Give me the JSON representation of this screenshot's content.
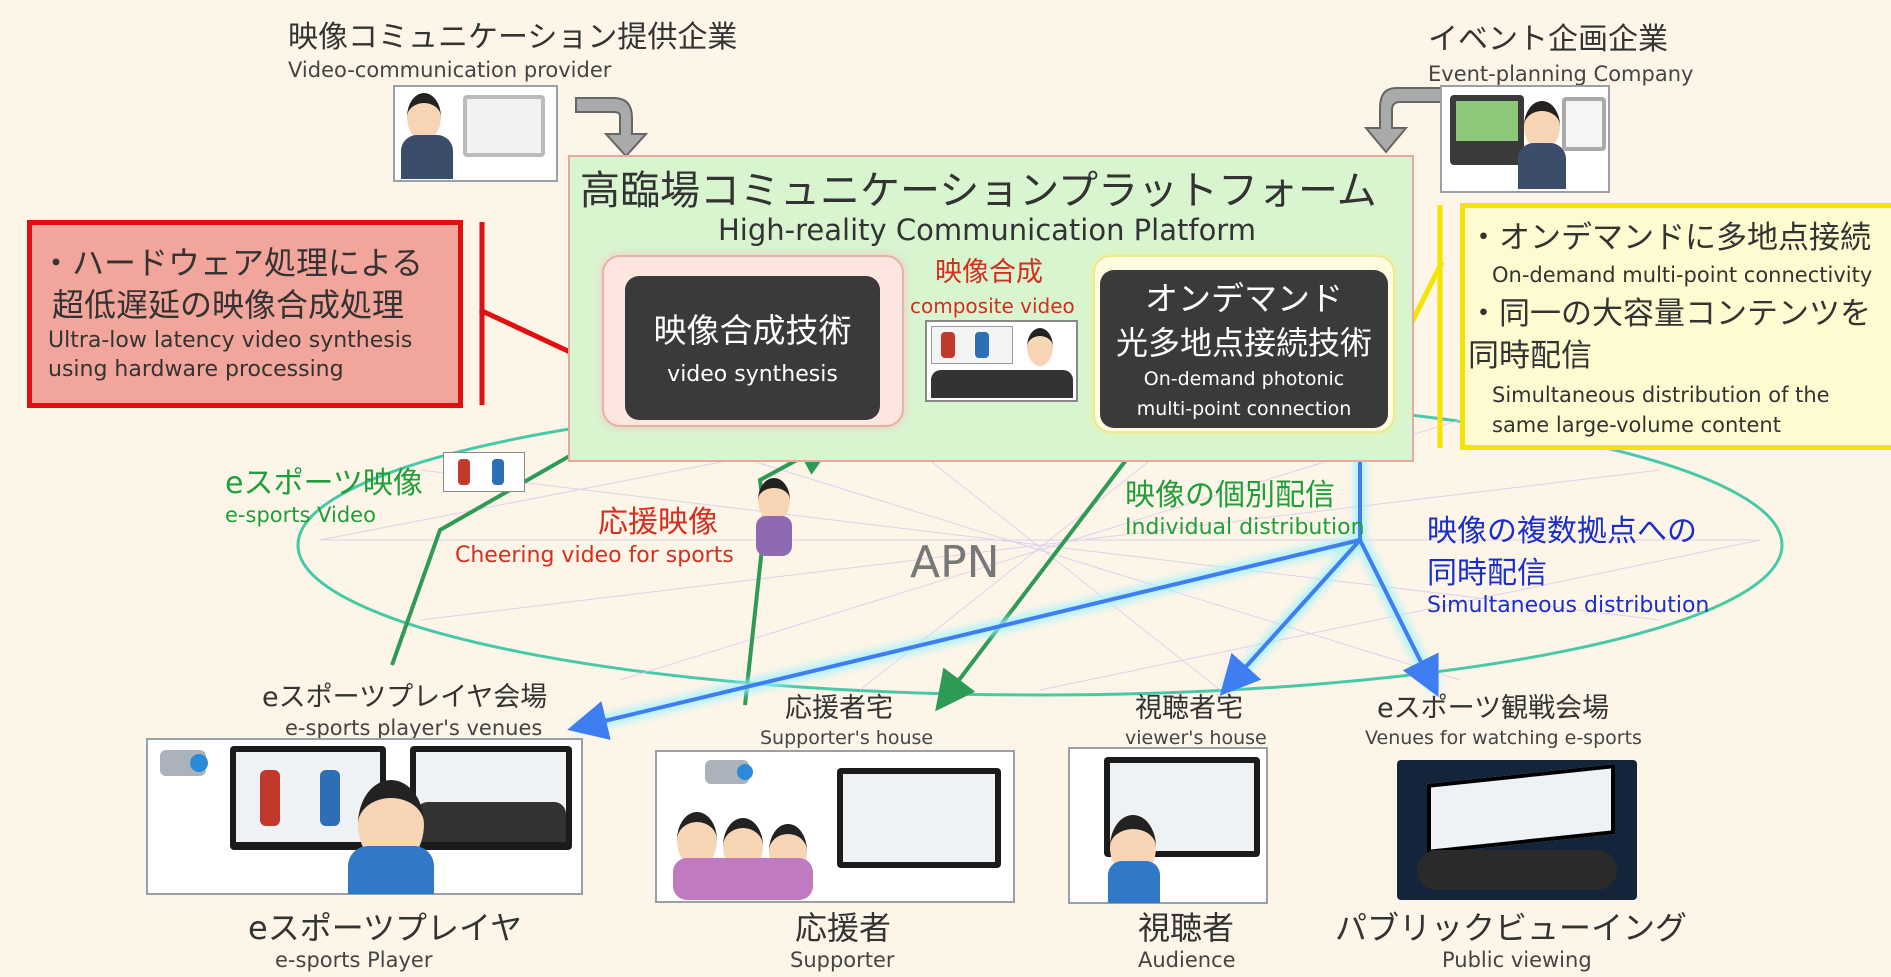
{
  "provider": {
    "jp": "映像コミュニケーション提供企業",
    "en": "Video-communication provider"
  },
  "event_company": {
    "jp": "イベント企画企業",
    "en": "Event-planning Company"
  },
  "platform": {
    "title_jp": "高臨場コミュニケーションプラットフォーム",
    "title_en": "High-reality Communication Platform",
    "synthesis": {
      "jp": "映像合成技術",
      "en": "video synthesis"
    },
    "composite": {
      "jp": "映像合成",
      "en": "composite video"
    },
    "ondemand": {
      "jp1": "オンデマンド",
      "jp2": "光多地点接続技術",
      "en1": "On-demand photonic",
      "en2": "multi-point connection"
    }
  },
  "left_callout": {
    "jp1": "・ハードウェア処理による",
    "jp2": "超低遅延の映像合成処理",
    "en1": "Ultra-low latency video synthesis",
    "en2": "using hardware processing"
  },
  "right_callout": {
    "jp1": "・オンデマンドに多地点接続",
    "en1": "On-demand multi-point connectivity",
    "jp2": "・同一の大容量コンテンツを",
    "jp3": "同時配信",
    "en2": "Simultaneous distribution of the",
    "en3": "same large-volume content"
  },
  "flows": {
    "esports_video": {
      "jp": "eスポーツ映像",
      "en": "e-sports Video"
    },
    "cheering_video": {
      "jp": "応援映像",
      "en": "Cheering video for sports"
    },
    "individual": {
      "jp": "映像の個別配信",
      "en": "Individual distribution"
    },
    "simultaneous": {
      "jp1": "映像の複数拠点への",
      "jp2": "同時配信",
      "en": "Simultaneous distribution"
    }
  },
  "apn": "APN",
  "venues": {
    "player_venue": {
      "jp": "eスポーツプレイヤ会場",
      "en": "e-sports player's venues"
    },
    "supporter_house": {
      "jp": "応援者宅",
      "en": "Supporter's house"
    },
    "viewer_house": {
      "jp": "視聴者宅",
      "en": "viewer's house"
    },
    "watching_venue": {
      "jp": "eスポーツ観戦会場",
      "en": "Venues for watching e-sports"
    }
  },
  "people": {
    "player": {
      "jp": "eスポーツプレイヤ",
      "en": "e-sports Player"
    },
    "supporter": {
      "jp": "応援者",
      "en": "Supporter"
    },
    "audience": {
      "jp": "視聴者",
      "en": "Audience"
    },
    "public": {
      "jp": "パブリックビューイング",
      "en": "Public viewing"
    }
  },
  "colors": {
    "platform_fill": "#d8f5d0",
    "platform_border": "#e8a8a0",
    "left_callout_fill": "#f2a59a",
    "left_callout_border": "#e01010",
    "right_callout_fill": "#fffbd0",
    "right_callout_border": "#f5e400",
    "tech_box": "#3a3a3a",
    "green_text": "#1f9e3a",
    "red_text": "#d42e1e",
    "blue_text": "#1a2ec8",
    "green_arrow": "#2f9a55",
    "blue_arrow": "#3f7ef0"
  }
}
